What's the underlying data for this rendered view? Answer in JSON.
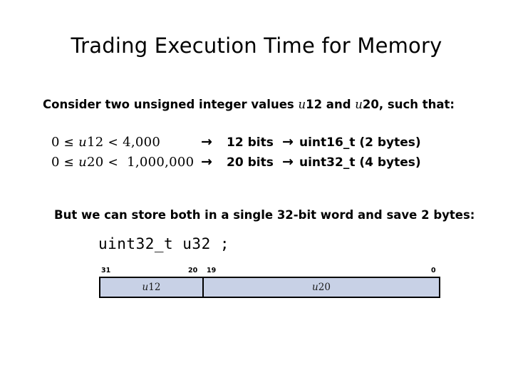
{
  "slide": {
    "title": "Trading Execution Time for Memory",
    "lead_text_before": "Consider two unsigned integer values ",
    "lead_var1": "u",
    "lead_var1_num": "12",
    "lead_mid": " and ",
    "lead_var2": "u",
    "lead_var2_num": "20",
    "lead_text_after": ", such that:",
    "store_line": "But we can store both in a single 32-bit word and save 2 bytes:",
    "code_line": "uint32_t u32 ;"
  },
  "inequalities": [
    {
      "zero": "0",
      "le": "≤",
      "var": "u",
      "var_num": "12",
      "lt": "<",
      "bound": "4,000",
      "arrow1": "→",
      "bits": "12 bits",
      "arrow2": "→",
      "type": "uint16_t (2 bytes)"
    },
    {
      "zero": "0",
      "le": "≤",
      "var": "u",
      "var_num": "20",
      "lt": "<",
      "bound": "1,000,000",
      "arrow1": "→",
      "bits": "20 bits",
      "arrow2": "→",
      "type": "uint32_t (4 bytes)"
    }
  ],
  "bitfield": {
    "labels": {
      "left_high": "31",
      "mid_high": "20",
      "mid_low": "19",
      "right_low": "0"
    },
    "cells": [
      {
        "var": "u",
        "num": "12",
        "bits": 12
      },
      {
        "var": "u",
        "num": "20",
        "bits": 20
      }
    ],
    "fill_color": "#c8d1e6",
    "border_color": "#000000",
    "word_width_bits": 32
  }
}
